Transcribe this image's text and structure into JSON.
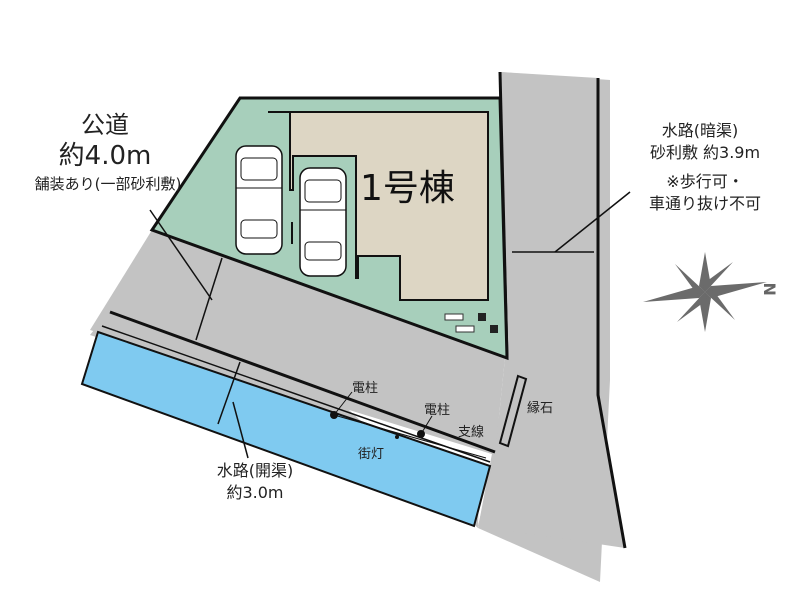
{
  "diagram": {
    "type": "site-plan",
    "colors": {
      "road": "#c3c3c3",
      "lot": "#a7cfbb",
      "building": "#ddd6c4",
      "canal_open": "#7fcaf0",
      "compass": "#6b6b6b",
      "outline": "#111111"
    },
    "building": {
      "label": "1号棟"
    },
    "public_road": {
      "title": "公道",
      "width": "約4.0m",
      "note": "舗装あり(一部砂利敷)"
    },
    "covered_channel": {
      "title": "水路(暗渠)",
      "width": "砂利敷 約3.9m",
      "note_line1": "※歩行可・",
      "note_line2": "車通り抜け不可"
    },
    "open_channel": {
      "title": "水路(開渠)",
      "width": "約3.0m"
    },
    "annotations": {
      "utility_pole_1": "電柱",
      "utility_pole_2": "電柱",
      "guy_wire": "支線",
      "street_light": "街灯",
      "curb_stone": "縁石"
    },
    "compass": {
      "north_label": "N",
      "icon": "compass-rose-icon"
    },
    "parking": {
      "cars": 2,
      "icon": "car-icon"
    },
    "utilities": {
      "icon": "water-meter-icon",
      "count": 2
    }
  }
}
